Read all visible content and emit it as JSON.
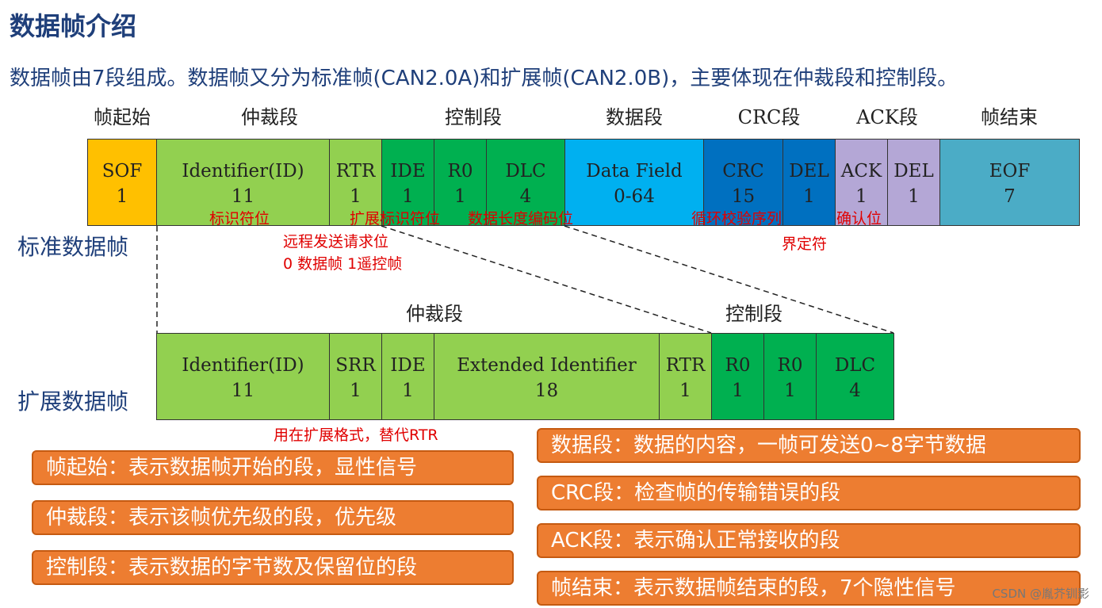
{
  "title": "数据帧介绍",
  "subtitle": "数据帧由7段组成。数据帧又分为标准帧(CAN2.0A)和扩展帧(CAN2.0B)，主要体现在仲裁段和控制段。",
  "standard": {
    "row_label": "标准数据帧",
    "segments": [
      "帧起始",
      "仲裁段",
      "控制段",
      "数据段",
      "CRC段",
      "ACK段",
      "帧结束"
    ],
    "fields": [
      {
        "name": "SOF",
        "bits": "1",
        "color": "#ffc000"
      },
      {
        "name": "Identifier(ID)",
        "bits": "11",
        "color": "#92d050"
      },
      {
        "name": "RTR",
        "bits": "1",
        "color": "#92d050"
      },
      {
        "name": "IDE",
        "bits": "1",
        "color": "#00b050"
      },
      {
        "name": "R0",
        "bits": "1",
        "color": "#00b050"
      },
      {
        "name": "DLC",
        "bits": "4",
        "color": "#00b050"
      },
      {
        "name": "Data Field",
        "bits": "0-64",
        "color": "#00b0f0"
      },
      {
        "name": "CRC",
        "bits": "15",
        "color": "#0070c0"
      },
      {
        "name": "DEL",
        "bits": "1",
        "color": "#0070c0"
      },
      {
        "name": "ACK",
        "bits": "1",
        "color": "#b4a7d6"
      },
      {
        "name": "DEL",
        "bits": "1",
        "color": "#b4a7d6"
      },
      {
        "name": "EOF",
        "bits": "7",
        "color": "#4bacc6"
      }
    ],
    "notes": [
      "标识符位",
      "扩展标识符位",
      "数据长度编码位",
      "循环校验序列",
      "确认位",
      "远程发送请求位",
      "0 数据帧  1遥控帧",
      "界定符"
    ]
  },
  "extended": {
    "row_label": "扩展数据帧",
    "segments": [
      "仲裁段",
      "控制段"
    ],
    "fields": [
      {
        "name": "Identifier(ID)",
        "bits": "11",
        "color": "#92d050"
      },
      {
        "name": "SRR",
        "bits": "1",
        "color": "#92d050"
      },
      {
        "name": "IDE",
        "bits": "1",
        "color": "#92d050"
      },
      {
        "name": "Extended Identifier",
        "bits": "18",
        "color": "#92d050"
      },
      {
        "name": "RTR",
        "bits": "1",
        "color": "#92d050"
      },
      {
        "name": "R0",
        "bits": "1",
        "color": "#00b050"
      },
      {
        "name": "R0",
        "bits": "1",
        "color": "#00b050"
      },
      {
        "name": "DLC",
        "bits": "4",
        "color": "#00b050"
      }
    ],
    "notes": [
      "用在扩展格式，替代RTR"
    ]
  },
  "callouts": [
    "帧起始：表示数据帧开始的段，显性信号",
    "仲裁段：表示该帧优先级的段，优先级",
    "控制段：表示数据的字节数及保留位的段",
    "数据段：数据的内容，一帧可发送0~8字节数据",
    "CRC段：检查帧的传输错误的段",
    "ACK段：表示确认正常接收的段",
    "帧结束：表示数据帧结束的段，7个隐性信号"
  ],
  "watermark": "CSDN @胤芥钏影"
}
